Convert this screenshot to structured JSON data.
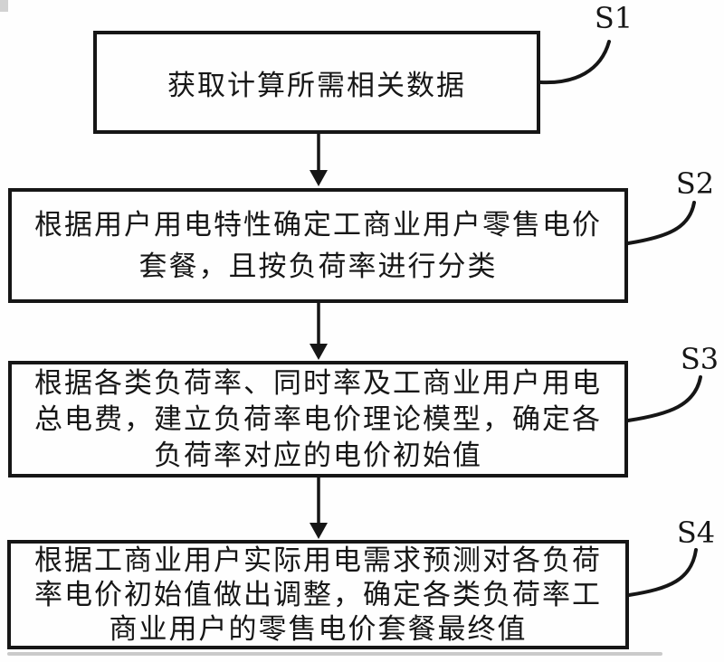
{
  "figure": {
    "type": "flowchart",
    "colors": {
      "ink": "#161616",
      "paper": "#fefefe",
      "scan_shadow": "#9e9e9e"
    },
    "steps": [
      {
        "label": "S1",
        "text": "获取计算所需相关数据",
        "lines": [
          "获取计算所需相关数据"
        ]
      },
      {
        "label": "S2",
        "text": "根据用户用电特性确定工商业用户零售电价套餐，且按负荷率进行分类",
        "lines": [
          "根据用户用电特性确定工商业用户零售电价",
          "套餐，且按负荷率进行分类"
        ]
      },
      {
        "label": "S3",
        "text": "根据各类负荷率、同时率及工商业用户用电总电费，建立负荷率电价理论模型，确定各负荷率对应的电价初始值",
        "lines": [
          "根据各类负荷率、同时率及工商业用户用电",
          "总电费，建立负荷率电价理论模型，确定各",
          "负荷率对应的电价初始值"
        ]
      },
      {
        "label": "S4",
        "text": "根据工商业用户实际用电需求预测对各负荷率电价初始值做出调整，确定各类负荷率工商业用户的零售电价套餐最终值",
        "lines": [
          "根据工商业用户实际用电需求预测对各负荷",
          "率电价初始值做出调整，确定各类负荷率工",
          "商业用户的零售电价套餐最终值"
        ]
      }
    ]
  }
}
